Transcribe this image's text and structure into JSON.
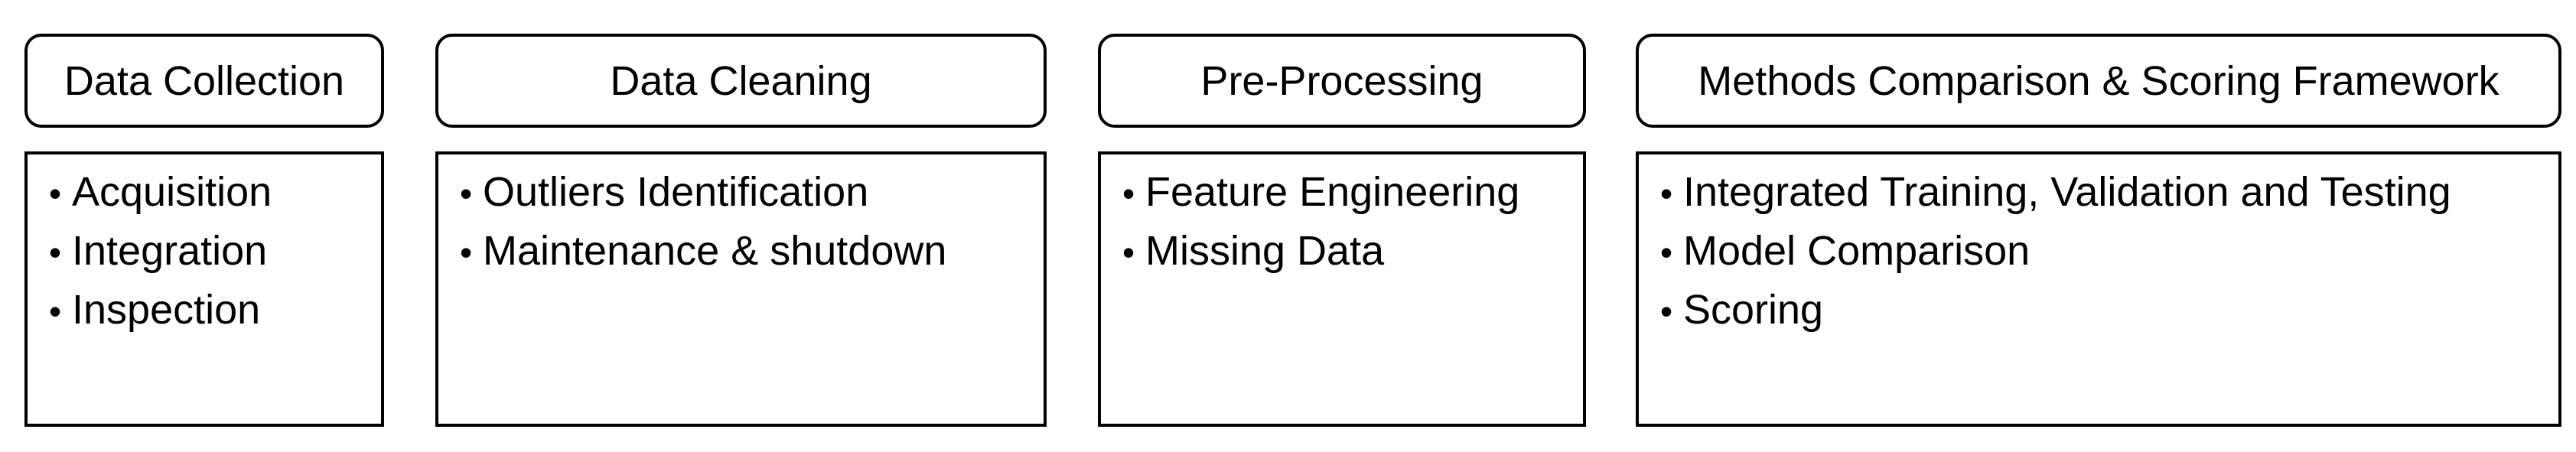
{
  "stages": [
    {
      "title": "Data Collection",
      "items": [
        "Acquisition",
        "Integration",
        "Inspection"
      ]
    },
    {
      "title": "Data Cleaning",
      "items": [
        "Outliers Identification",
        "Maintenance & shutdown"
      ]
    },
    {
      "title": "Pre-Processing",
      "items": [
        "Feature Engineering",
        "Missing Data"
      ]
    },
    {
      "title": "Methods Comparison & Scoring Framework",
      "items": [
        "Integrated Training, Validation and Testing",
        "Model Comparison",
        "Scoring"
      ]
    }
  ],
  "bullet_glyph": "•",
  "colors": {
    "border": "#000000",
    "background": "#ffffff",
    "text": "#000000"
  }
}
